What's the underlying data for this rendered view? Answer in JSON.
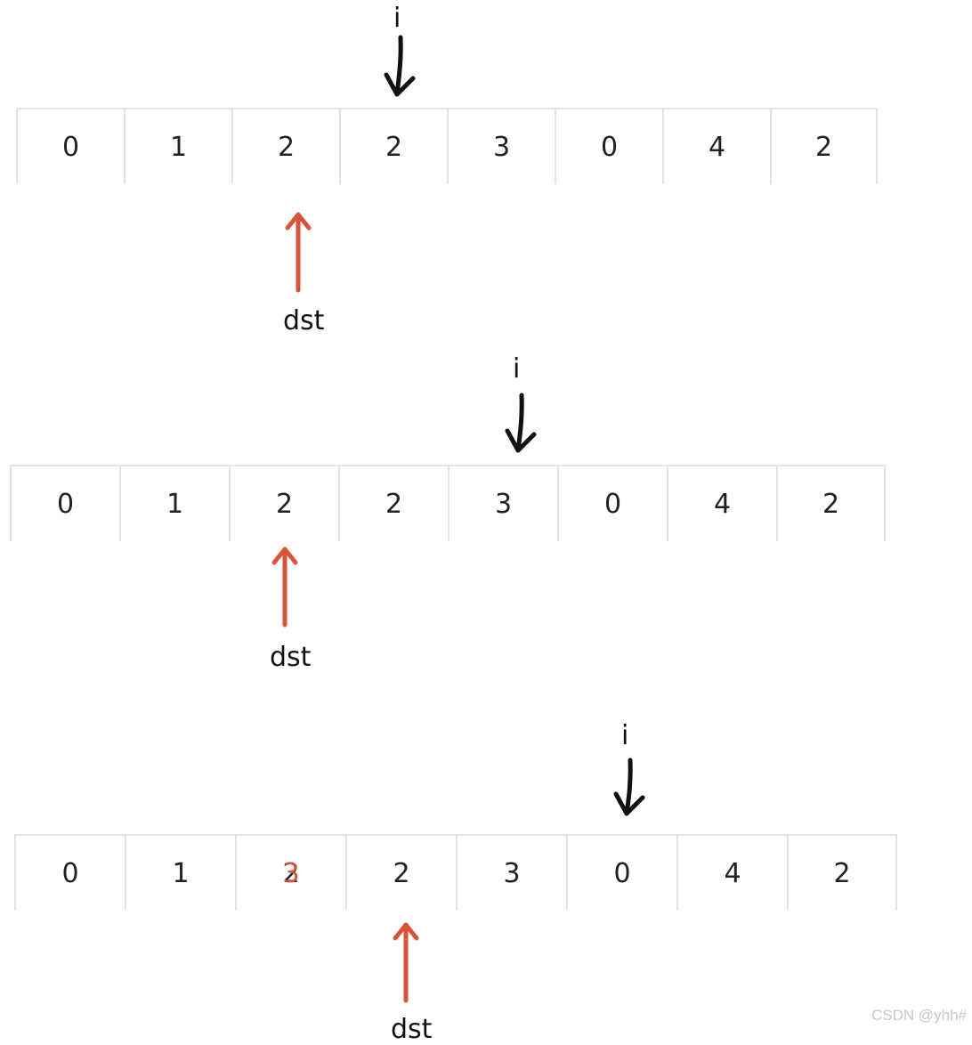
{
  "colors": {
    "pointer_i": "#111111",
    "pointer_dst": "#d9533a",
    "grid": "#e3e3e3"
  },
  "steps": [
    {
      "cells": [
        "0",
        "1",
        "2",
        "2",
        "3",
        "0",
        "4",
        "2"
      ],
      "i_label": "i",
      "dst_label": "dst"
    },
    {
      "cells": [
        "0",
        "1",
        "2",
        "2",
        "3",
        "0",
        "4",
        "2"
      ],
      "i_label": "i",
      "dst_label": "dst"
    },
    {
      "cells": [
        "0",
        "1",
        "2",
        "2",
        "3",
        "0",
        "4",
        "2"
      ],
      "overwritten_cell": {
        "index": 2,
        "new_value": "3"
      },
      "i_label": "i",
      "dst_label": "dst"
    }
  ],
  "watermark": "CSDN @yhh#"
}
